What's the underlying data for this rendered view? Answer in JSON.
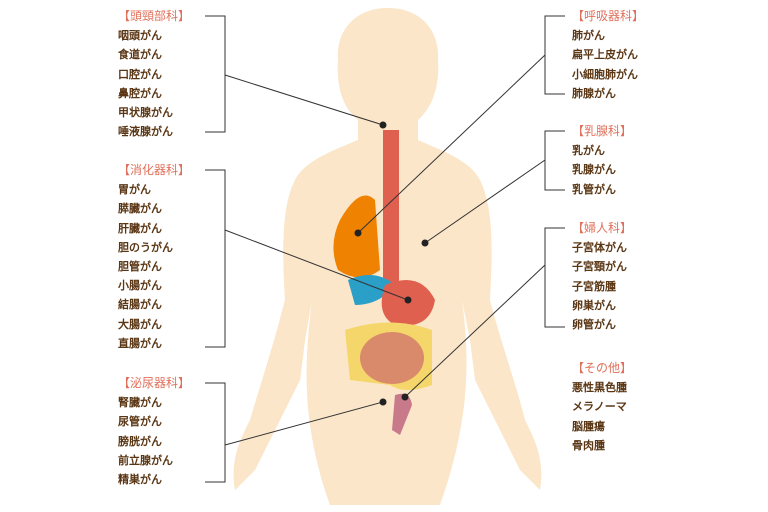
{
  "left_groups": [
    {
      "heading": "【頭頸部科】",
      "items": [
        "咽頭がん",
        "食道がん",
        "口腔がん",
        "鼻腔がん",
        "甲状腺がん",
        "唾液腺がん"
      ]
    },
    {
      "heading": "【消化器科】",
      "items": [
        "胃がん",
        "膵臓がん",
        "肝臓がん",
        "胆のうがん",
        "胆管がん",
        "小腸がん",
        "結腸がん",
        "大腸がん",
        "直腸がん"
      ]
    },
    {
      "heading": "【泌尿器科】",
      "items": [
        "腎臓がん",
        "尿管がん",
        "膀胱がん",
        "前立腺がん",
        "精巣がん"
      ]
    }
  ],
  "right_groups": [
    {
      "heading": "【呼吸器科】",
      "items": [
        "肺がん",
        "扁平上皮がん",
        "小細胞肺がん",
        "肺腺がん"
      ]
    },
    {
      "heading": "【乳腺科】",
      "items": [
        "乳がん",
        "乳腺がん",
        "乳管がん"
      ]
    },
    {
      "heading": "【婦人科】",
      "items": [
        "子宮体がん",
        "子宮頸がん",
        "子宮筋腫",
        "卵巣がん",
        "卵管がん"
      ]
    },
    {
      "heading": "【その他】",
      "items": [
        "悪性黒色腫",
        "メラノーマ",
        "脳腫瘍",
        "骨肉腫"
      ]
    }
  ],
  "colors": {
    "heading": "#e0705a",
    "text": "#5a3614",
    "body_left": "#ecc9a6",
    "body_right": "#fbe6c9"
  }
}
